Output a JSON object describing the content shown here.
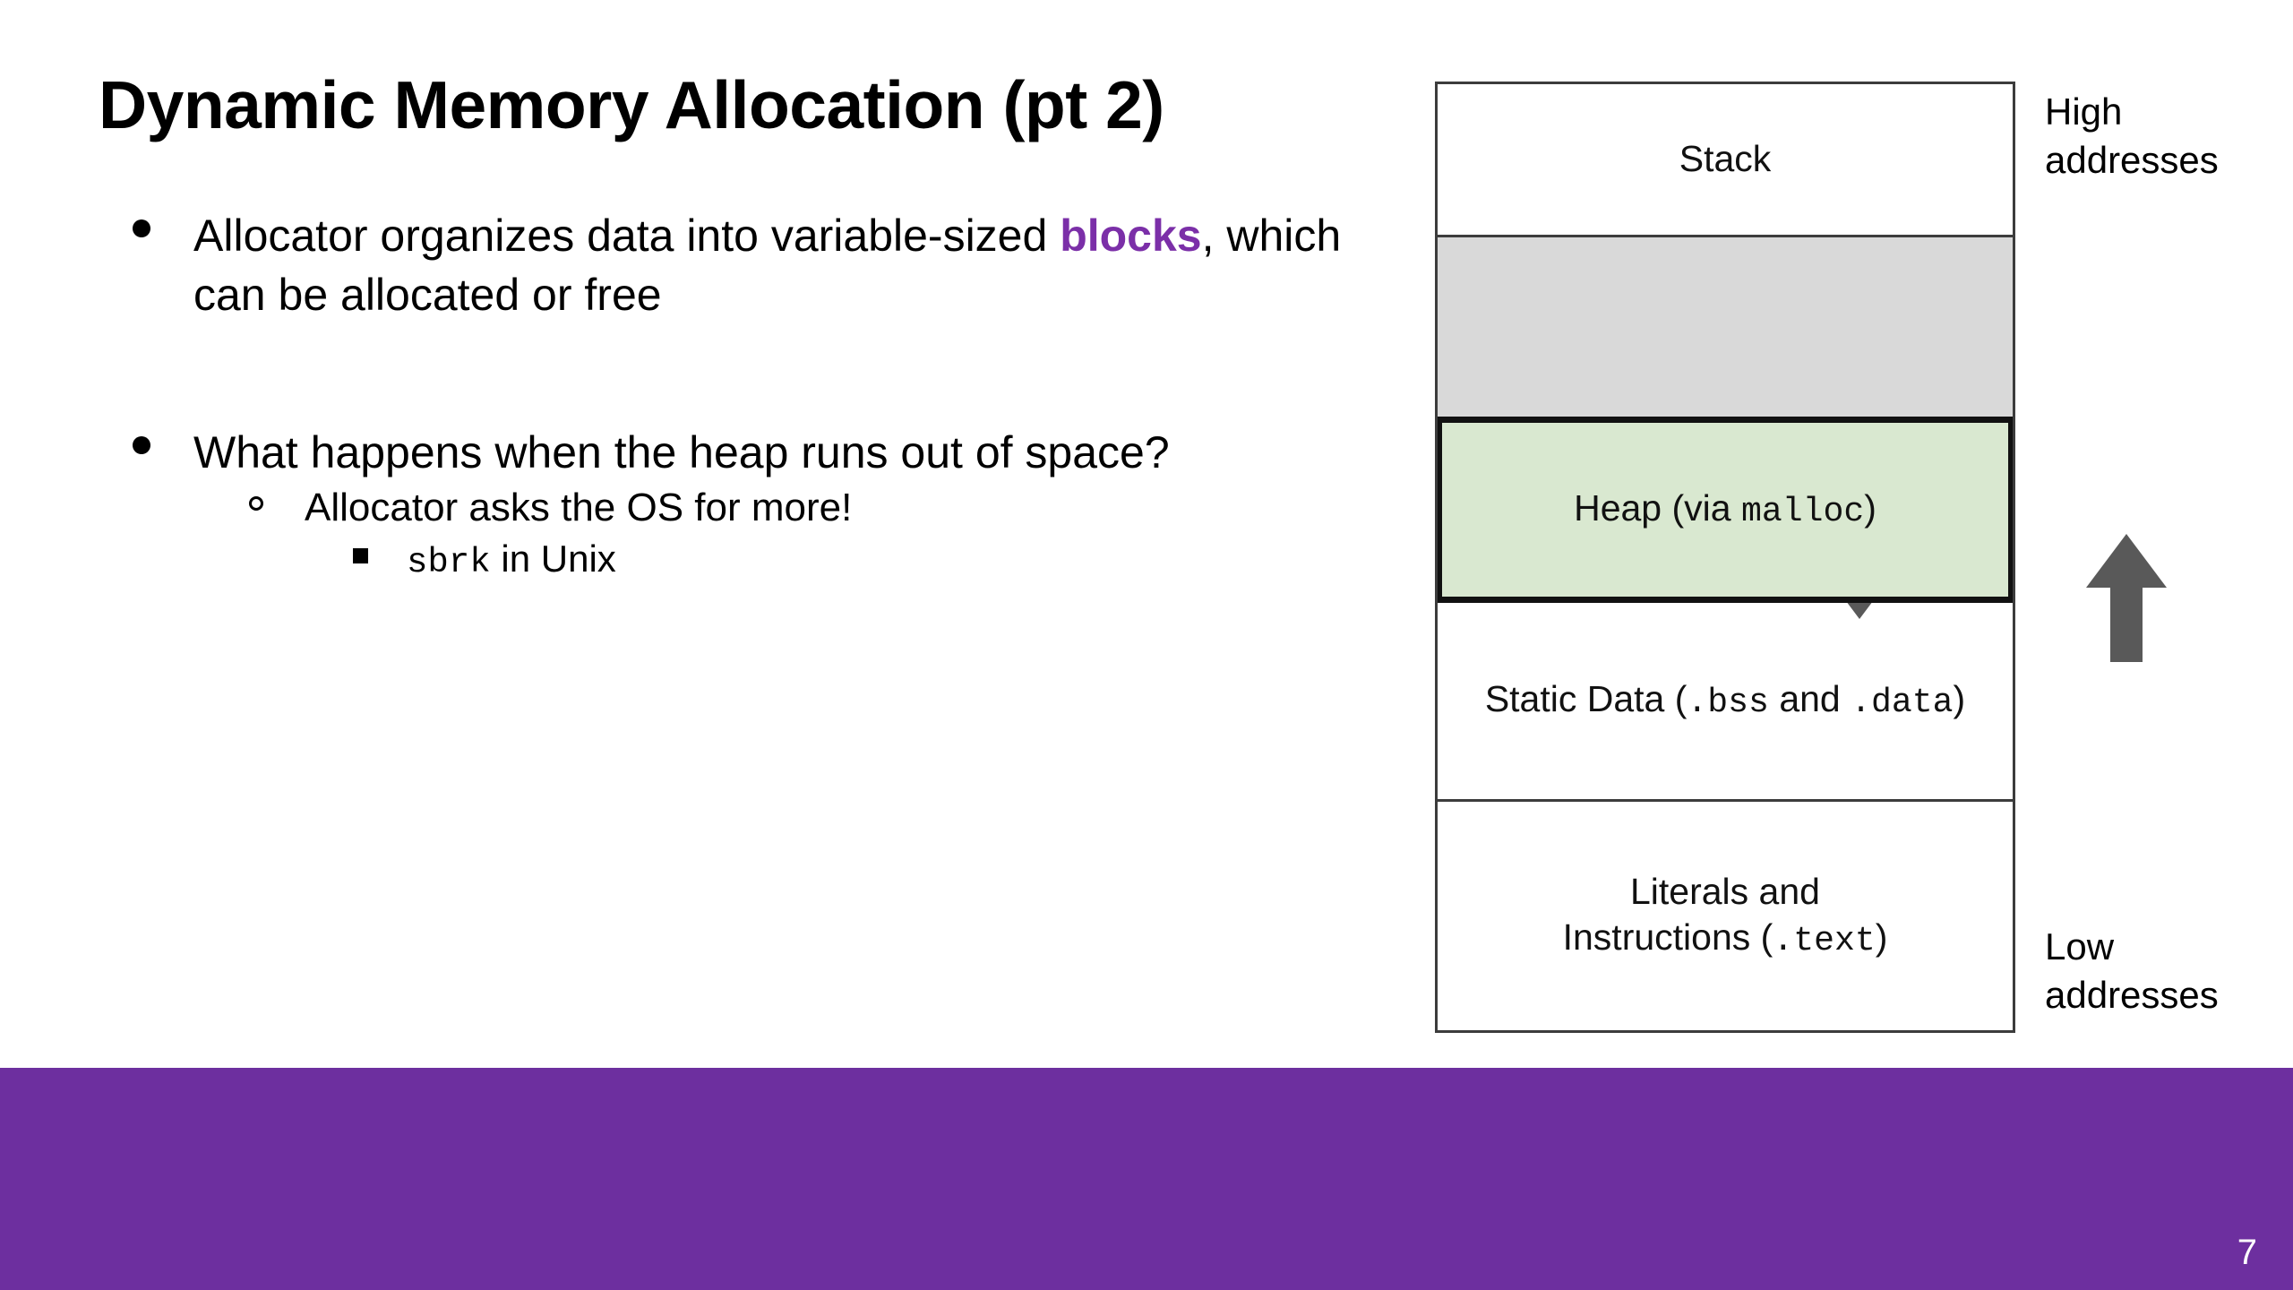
{
  "slide": {
    "title": "Dynamic Memory Allocation (pt 2)",
    "page_number": "7",
    "accent_purple": "#7B2FA8",
    "footer_purple": "#6D2F9F"
  },
  "bullets": {
    "b1_pre": "Allocator organizes data into variable-sized ",
    "b1_keyword": "blocks",
    "b1_post": ", which can be allocated or free",
    "b2": "What happens when the heap runs out of space?",
    "b2_sub1": "Allocator asks the OS for more!",
    "b2_sub1_sub1_code": "sbrk",
    "b2_sub1_sub1_rest": " in Unix"
  },
  "diagram": {
    "name": "process-memory-layout",
    "segments": [
      {
        "id": "stack",
        "label": "Stack",
        "fill": "#ffffff"
      },
      {
        "id": "gap",
        "label": "",
        "fill": "#d9d9d9",
        "arrows": [
          {
            "name": "stack-grows-down-arrow",
            "direction": "down"
          },
          {
            "name": "heap-grows-up-arrow",
            "direction": "up"
          }
        ]
      },
      {
        "id": "heap",
        "label_pre": "Heap (via ",
        "label_code": "malloc",
        "label_post": ")",
        "fill": "#d9e8d0",
        "highlighted": true
      },
      {
        "id": "static-data",
        "label_pre": "Static Data (",
        "label_code1": ".bss",
        "label_mid": " and ",
        "label_code2": ".data",
        "label_post": ")",
        "fill": "#ffffff"
      },
      {
        "id": "literals-instructions",
        "label_line1": "Literals and",
        "label_line2_pre": "Instructions (",
        "label_line2_code": ".text",
        "label_line2_post": ")",
        "fill": "#ffffff"
      }
    ],
    "address_labels": {
      "high": "High addresses",
      "high_line1": "High",
      "high_line2": "addresses",
      "low": "Low addresses",
      "low_line1": "Low",
      "low_line2": "addresses"
    }
  }
}
